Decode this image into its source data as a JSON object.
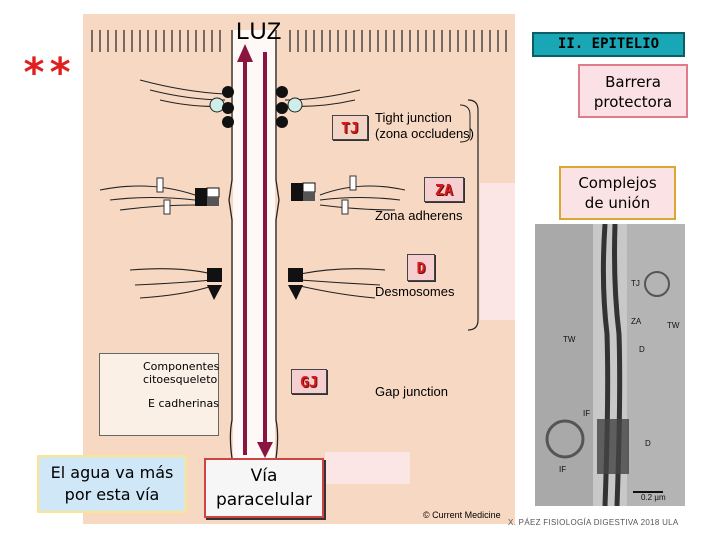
{
  "luz": "LUZ",
  "stars": "**",
  "section_title": "II. EPITELIO",
  "barrera": {
    "line1": "Barrera",
    "line2": "protectora"
  },
  "complejos": {
    "line1": "Complejos",
    "line2": "de unión"
  },
  "codes": {
    "tj": "TJ",
    "za": "ZA",
    "d": "D",
    "gj": "GJ"
  },
  "labels": {
    "tj_line1": "Tight junction",
    "tj_line2": "(zona occludens)",
    "za": "Zona adherens",
    "d": "Desmosomes",
    "gj": "Gap junction"
  },
  "legend": {
    "line1": "Componentes",
    "line2": "citoesqueleto",
    "line3": "E cadherinas"
  },
  "agua": {
    "line1": "El agua va más",
    "line2": "por esta vía"
  },
  "via": {
    "line1": "Vía",
    "line2": "paracelular"
  },
  "micrograph": {
    "labels": [
      "TJ",
      "ZA",
      "TW",
      "TW",
      "D",
      "IF",
      "D",
      "IF"
    ],
    "scale": "0.2 µm"
  },
  "copyright": "© Current Medicine",
  "footer": "X. PÁEZ  FISIOLOGÍA DIGESTIVA 2018  ULA",
  "colors": {
    "arrow": "#8a1540",
    "title_bg": "#1aa7b5",
    "code_text": "#d81b1b",
    "cell_bg": "#f7d8c3"
  }
}
